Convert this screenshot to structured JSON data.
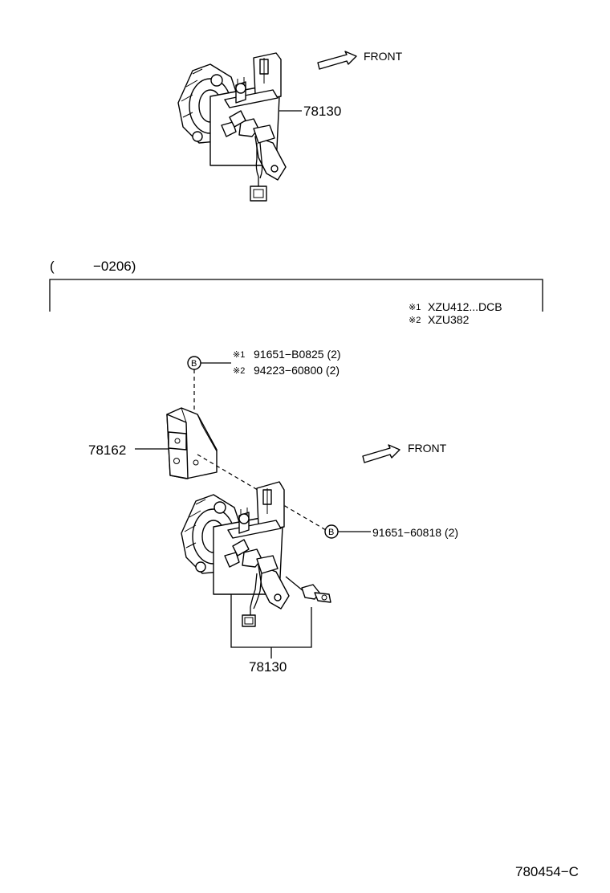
{
  "diagram": {
    "top_assembly": {
      "part_label": "78130",
      "direction_label": "FRONT"
    },
    "bracket_header": {
      "range_open": "(",
      "range_value": "−0206)"
    },
    "notes": {
      "note1_mark": "※1",
      "note1_text": "XZU412...DCB",
      "note2_mark": "※2",
      "note2_text": "XZU382"
    },
    "bolt_b_callout": {
      "marker": "B",
      "line1_mark": "※1",
      "line1_text": "91651−B0825 (2)",
      "line2_mark": "※2",
      "line2_text": "94223−60800 (2)"
    },
    "bracket_part": {
      "part_label": "78162"
    },
    "lower_assembly": {
      "direction_label": "FRONT",
      "bolt_marker": "B",
      "bolt_text": "91651−60818 (2)",
      "part_label": "78130"
    },
    "figure_code": "780454−C"
  }
}
